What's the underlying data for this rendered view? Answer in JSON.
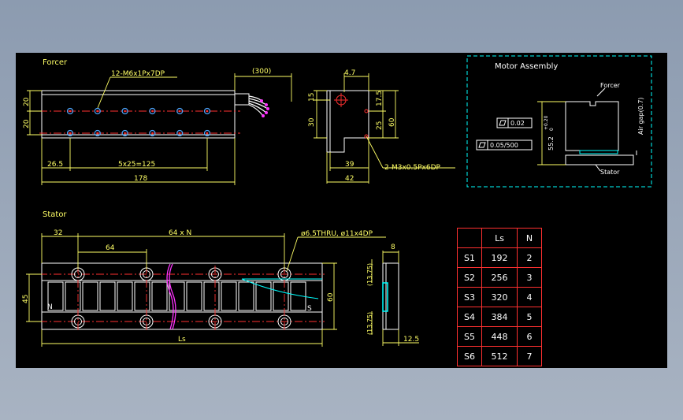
{
  "colors": {
    "background": "#000000",
    "outline": "#ffffff",
    "dimension": "#ffff66",
    "center_line": "#ff3030",
    "accent": "#00ffff",
    "cut_line": "#ff33ff",
    "table_border": "#ff3030"
  },
  "forcer": {
    "title": "Forcer",
    "hole_note": "12-M6x1Px7DP",
    "cable_length": "(300)",
    "dim_left_top": "20",
    "dim_left_bottom": "20",
    "dim_start": "26.5",
    "dim_pitch": "5x25=125",
    "dim_total": "178"
  },
  "side_view": {
    "dim_top": "4.7",
    "dim_15": "15",
    "dim_30": "30",
    "dim_17_5": "17.5",
    "dim_25": "25",
    "dim_60": "60",
    "dim_39": "39",
    "dim_42": "42",
    "thread_note": "2-M3x0.5Px6DP"
  },
  "assembly": {
    "title": "Motor Assembly",
    "forcer_label": "Forcer",
    "stator_label": "Stator",
    "air_gap": "Air gap(0.7)",
    "height": "55.2",
    "tol_plus": "+0.20",
    "tol_zero": "0",
    "flatness": "0.02",
    "parallelism": "0.05/500"
  },
  "stator": {
    "title": "Stator",
    "dim_32": "32",
    "dim_64_n": "64 x N",
    "dim_64": "64",
    "hole_note": "ø6.5THRU, ø11x4DP",
    "dim_45": "45",
    "dim_60": "60",
    "dim_ls": "Ls",
    "pole_n": "N",
    "pole_s": "S",
    "end_dim_8": "8",
    "end_dim_top": "(13.75)",
    "end_dim_bottom": "(13.75)",
    "end_dim_12_5": "12.5"
  },
  "table": {
    "headers": [
      "",
      "Ls",
      "N"
    ],
    "rows": [
      [
        "S1",
        "192",
        "2"
      ],
      [
        "S2",
        "256",
        "3"
      ],
      [
        "S3",
        "320",
        "4"
      ],
      [
        "S4",
        "384",
        "5"
      ],
      [
        "S5",
        "448",
        "6"
      ],
      [
        "S6",
        "512",
        "7"
      ]
    ]
  }
}
